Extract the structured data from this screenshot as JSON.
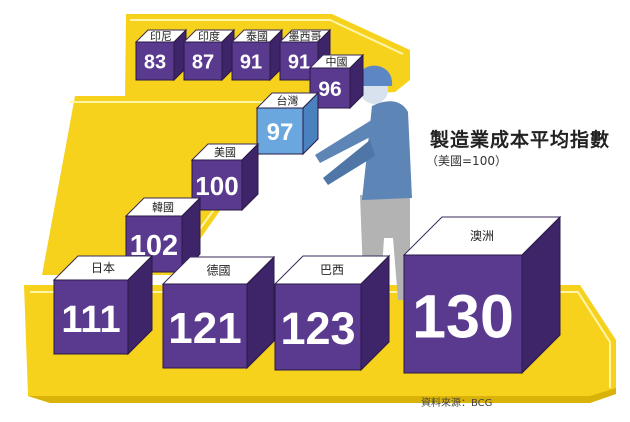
{
  "header": {
    "title": "製造業成本平均指數",
    "subtitle": "（美國=100）"
  },
  "footer": {
    "source": "資料來源：BCG"
  },
  "colors": {
    "belt_yellow": "#f7d21d",
    "belt_stripe": "#fff4a8",
    "box_front": "#5a3a8f",
    "box_top": "#ffffff",
    "box_side": "#3e2569",
    "highlight_front": "#6aa7de",
    "highlight_side": "#4a82bf",
    "worker_shirt": "#5d85b6",
    "worker_pants": "#b3b3b3",
    "worker_helmet": "#5c87c4"
  },
  "chart_data": {
    "type": "bar",
    "title": "製造業成本平均指數",
    "subtitle": "（美國=100）",
    "baseline": "美國=100",
    "categories": [
      "印尼",
      "印度",
      "泰國",
      "墨西哥",
      "中國",
      "台灣",
      "美國",
      "韓國",
      "日本",
      "德國",
      "巴西",
      "澳洲"
    ],
    "values": [
      83,
      87,
      91,
      91,
      96,
      97,
      100,
      102,
      111,
      121,
      123,
      130
    ],
    "highlight": "台灣",
    "source": "資料來源：BCG"
  }
}
